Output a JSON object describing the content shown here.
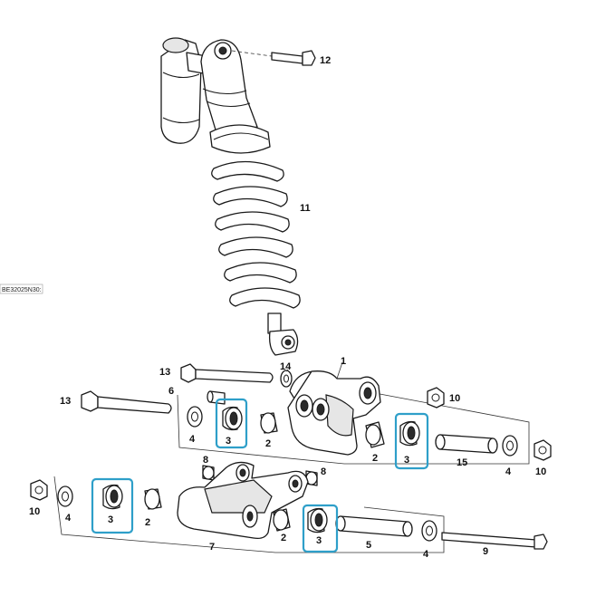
{
  "diagram_code": "BE32025N30:",
  "highlight_color": "#2e9fc9",
  "labels": {
    "l1": "1",
    "l2a": "2",
    "l2b": "2",
    "l2c": "2",
    "l2d": "2",
    "l3a": "3",
    "l3b": "3",
    "l3c": "3",
    "l3d": "3",
    "l4a": "4",
    "l4b": "4",
    "l4c": "4",
    "l4d": "4",
    "l5": "5",
    "l6": "6",
    "l7": "7",
    "l8a": "8",
    "l8b": "8",
    "l9": "9",
    "l10a": "10",
    "l10b": "10",
    "l10c": "10",
    "l11": "11",
    "l12": "12",
    "l13a": "13",
    "l13b": "13",
    "l14": "14",
    "l15": "15"
  }
}
